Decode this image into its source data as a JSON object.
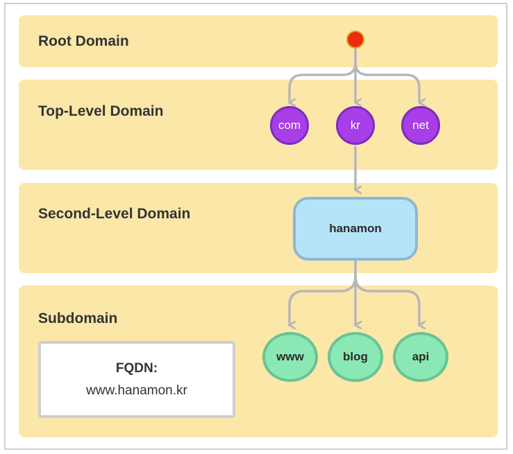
{
  "levels": {
    "root": "Root Domain",
    "tld": "Top-Level Domain",
    "sld": "Second-Level Domain",
    "sub": "Subdomain"
  },
  "tld_nodes": [
    "com",
    "kr",
    "net"
  ],
  "sld_node": "hanamon",
  "sub_nodes": [
    "www",
    "blog",
    "api"
  ],
  "fqdn": {
    "title": "FQDN:",
    "value": "www.hanamon.kr"
  },
  "colors": {
    "band": "#fbe7a8",
    "root": "#ee2a12",
    "tld": "#a73ee6",
    "sld": "#b5e3f8",
    "sub": "#8ae8b5",
    "arrow": "#b7b7b7"
  }
}
